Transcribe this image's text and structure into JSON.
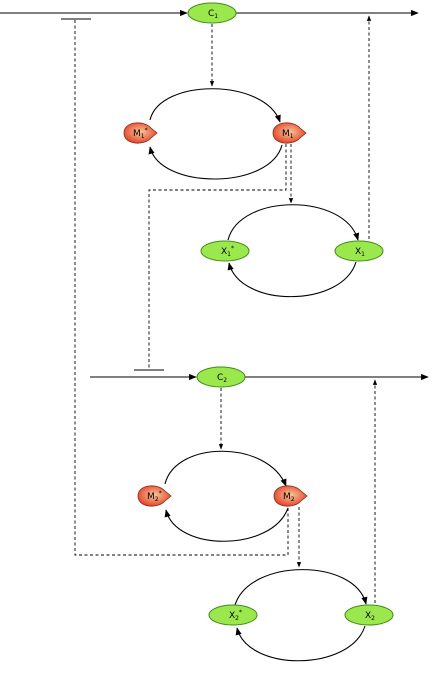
{
  "nodes": {
    "c1": {
      "base": "C",
      "sub": "1",
      "sup": "",
      "kind": "signal"
    },
    "m1_star": {
      "base": "M",
      "sub": "1",
      "sup": "*",
      "kind": "enzyme"
    },
    "m1": {
      "base": "M",
      "sub": "1",
      "sup": "",
      "kind": "enzyme"
    },
    "x1_star": {
      "base": "X",
      "sub": "1",
      "sup": "*",
      "kind": "signal"
    },
    "x1": {
      "base": "X",
      "sub": "1",
      "sup": "",
      "kind": "signal"
    },
    "c2": {
      "base": "C",
      "sub": "2",
      "sup": "",
      "kind": "signal"
    },
    "m2_star": {
      "base": "M",
      "sub": "2",
      "sup": "*",
      "kind": "enzyme"
    },
    "m2": {
      "base": "M",
      "sub": "2",
      "sup": "",
      "kind": "enzyme"
    },
    "x2_star": {
      "base": "X",
      "sub": "2",
      "sup": "*",
      "kind": "signal"
    },
    "x2": {
      "base": "X",
      "sub": "2",
      "sup": "",
      "kind": "signal"
    }
  },
  "colors": {
    "signal_fill": "#9be84e",
    "signal_stroke": "#3f8f16",
    "enzyme_light": "#f7c79a",
    "enzyme_dark": "#e23a22",
    "enzyme_stroke": "#8a2b14",
    "line": "#000000"
  },
  "edges": [
    {
      "from": "c1",
      "to": "m1",
      "style": "dashed",
      "type": "activation"
    },
    {
      "from": "m1_star",
      "to": "m1",
      "style": "solid",
      "type": "conversion"
    },
    {
      "from": "m1",
      "to": "m1_star",
      "style": "solid",
      "type": "conversion"
    },
    {
      "from": "m1",
      "to": "x1",
      "style": "dashed",
      "type": "activation"
    },
    {
      "from": "x1_star",
      "to": "x1",
      "style": "solid",
      "type": "conversion"
    },
    {
      "from": "x1",
      "to": "x1_star",
      "style": "solid",
      "type": "conversion"
    },
    {
      "from": "x1",
      "to": "c1",
      "style": "dashed",
      "type": "activation"
    },
    {
      "from": "m1",
      "to": "c2",
      "style": "dashed",
      "type": "inhibition"
    },
    {
      "from": "c2",
      "to": "m2",
      "style": "dashed",
      "type": "activation"
    },
    {
      "from": "m2_star",
      "to": "m2",
      "style": "solid",
      "type": "conversion"
    },
    {
      "from": "m2",
      "to": "m2_star",
      "style": "solid",
      "type": "conversion"
    },
    {
      "from": "m2",
      "to": "x2",
      "style": "dashed",
      "type": "activation"
    },
    {
      "from": "x2_star",
      "to": "x2",
      "style": "solid",
      "type": "conversion"
    },
    {
      "from": "x2",
      "to": "x2_star",
      "style": "solid",
      "type": "conversion"
    },
    {
      "from": "x2",
      "to": "c2",
      "style": "dashed",
      "type": "activation"
    },
    {
      "from": "m2",
      "to": "c1",
      "style": "dashed",
      "type": "inhibition"
    }
  ]
}
